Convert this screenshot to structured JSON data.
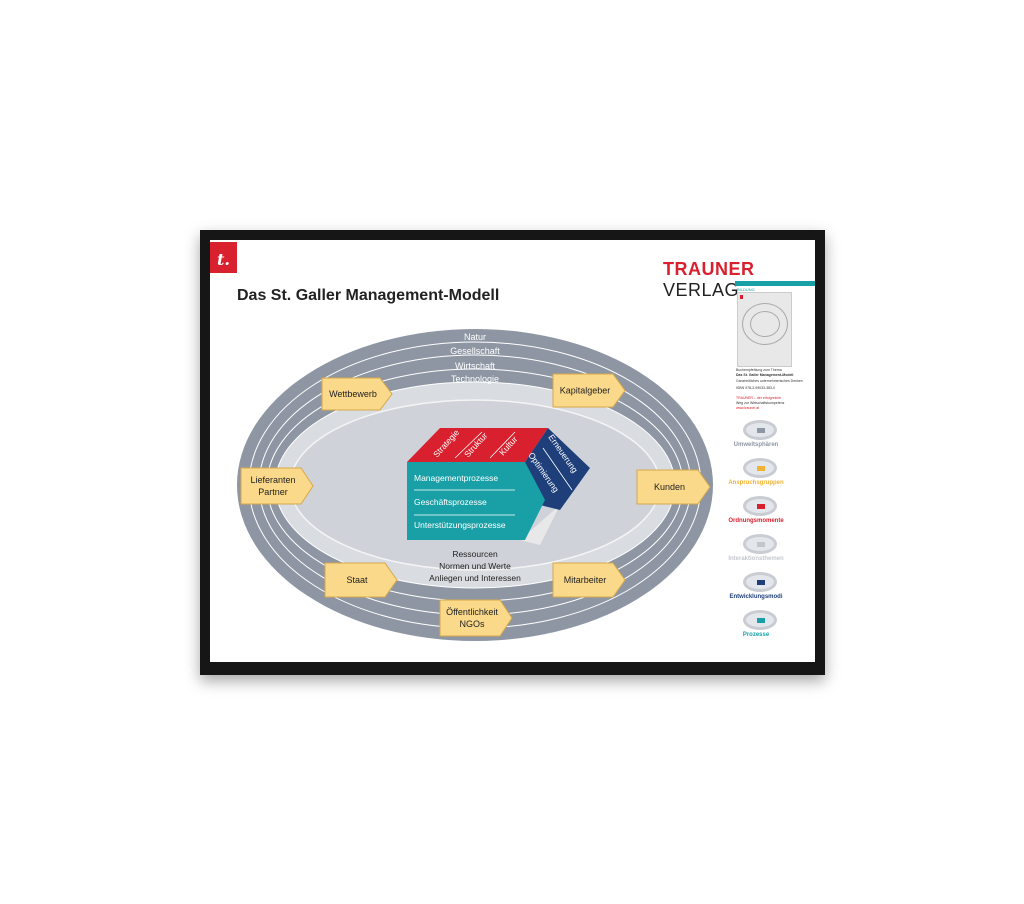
{
  "poster": {
    "logo": "t.",
    "title": "Das St. Galler Management-Modell",
    "brand_a": "TRAUNER",
    "brand_b": " VERLAG"
  },
  "rings": [
    "Natur",
    "Gesellschaft",
    "Wirtschaft",
    "Technologie"
  ],
  "stakeholders": {
    "wettbewerb": "Wettbewerb",
    "kapitalgeber": "Kapitalgeber",
    "lieferanten_1": "Lieferanten",
    "lieferanten_2": "Partner",
    "kunden": "Kunden",
    "staat": "Staat",
    "mitarbeiter": "Mitarbeiter",
    "oeff_1": "Öffentlichkeit",
    "oeff_2": "NGOs"
  },
  "interaction": [
    "Ressourcen",
    "Normen und Werte",
    "Anliegen und Interessen"
  ],
  "ordnung": [
    "Strategie",
    "Struktur",
    "Kultur"
  ],
  "entwicklung": [
    "Erneuerung",
    "Optimierung"
  ],
  "prozesse": [
    "Managementprozesse",
    "Geschäftsprozesse",
    "Unterstützungsprozesse"
  ],
  "sidebar": {
    "section": "BILDUNG",
    "book_lines": [
      "Buchempfehlung zum Thema",
      "Das St. Galler Management-Modell",
      "Ganzheitliches unternehmerisches Denken",
      "ISBN 978-3-99033-383-0"
    ],
    "promo_lines": [
      "TRAUNER – der erfolgreiche",
      "Weg zur Wirtschaftskompetenz",
      "www.trauner.at"
    ],
    "legend": [
      {
        "label": "Umweltsphären",
        "color": "#8e96a3"
      },
      {
        "label": "Anspruchsgruppen",
        "color": "#f2b233"
      },
      {
        "label": "Ordnungsmomente",
        "color": "#d9202e"
      },
      {
        "label": "Interaktionsthemen",
        "color": "#c3c7cd"
      },
      {
        "label": "Entwicklungsmodi",
        "color": "#1e3f7a"
      },
      {
        "label": "Prozesse",
        "color": "#19a0a6"
      }
    ]
  }
}
